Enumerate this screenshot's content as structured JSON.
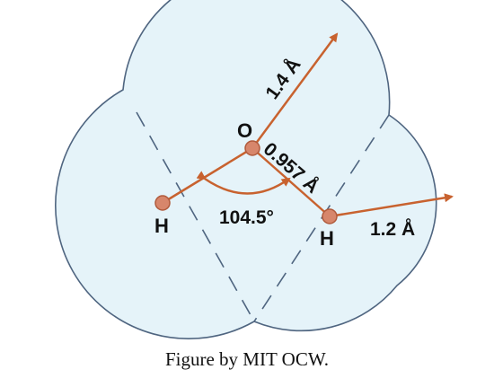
{
  "atoms": {
    "oxygen": "O",
    "hydrogen_left": "H",
    "hydrogen_right": "H"
  },
  "measurements": {
    "oxygen_vdw_radius": "1.4 Å",
    "oh_bond_length": "0.957 Å",
    "bond_angle": "104.5°",
    "hydrogen_vdw_radius": "1.2 Å"
  },
  "caption": "Figure by MIT OCW.",
  "colors": {
    "cloud_fill": "#e5f3f9",
    "cloud_outline": "#4f6580",
    "bond": "#c8622f",
    "atom_fill": "#d7866b",
    "atom_stroke": "#b05a3c"
  }
}
